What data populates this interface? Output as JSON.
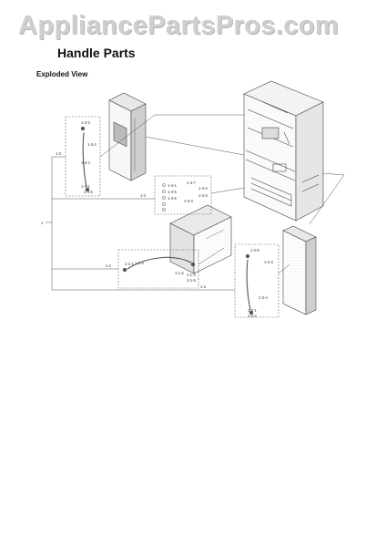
{
  "watermark": "AppliancePartsPros.com",
  "header": {
    "title": "Handle Parts",
    "subtitle": "Exploded View"
  },
  "callouts": {
    "root": "1",
    "g1_1": "1-1",
    "g1_2": "1-2",
    "g1_3": "1-3",
    "g1_4": "1-4",
    "p1_3_3": "1-3-3",
    "p1_3_2": "1-3-2",
    "p1_3_4": "1-3-4",
    "p1_3_1": "1-3-1",
    "p1_3_5": "1-3-5",
    "p1_4_1": "1-4-1",
    "p1_4_2": "1-4-2",
    "p1_4_3": "1-4-3",
    "p1_4_4": "1-4-4",
    "p1_4_5": "1-4-5",
    "p1_4_6": "1-4-6",
    "p1_4_7": "1-4-7",
    "p1_1_1": "1-1-1",
    "p1_1_2": "1-1-2",
    "p1_1_3": "1-1-3",
    "p1_1_4": "1-1-4",
    "p1_1_5": "1-1-5",
    "p1_2_1": "1-2-1",
    "p1_2_2": "1-2-2",
    "p1_2_3": "1-2-3",
    "p1_2_4": "1-2-4",
    "p1_2_5": "1-2-5"
  }
}
